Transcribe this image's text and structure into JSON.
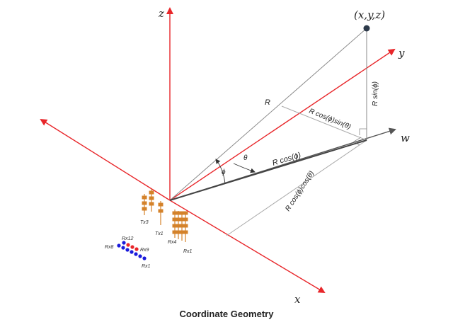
{
  "caption": "Coordinate Geometry",
  "point_label": "(x,y,z)",
  "axes": {
    "z": "z",
    "y": "y",
    "w": "w",
    "x": "x"
  },
  "segments": {
    "R": "R",
    "R_sin_phi": "R sin(ϕ)",
    "R_cos_phi": "R cos(ϕ)",
    "R_cos_phi_sin_theta": "R cos(ϕ)sin(θ)",
    "R_cos_phi_cos_theta": "R cos(ϕ)cos(θ)"
  },
  "angles": {
    "phi": "ϕ",
    "theta": "θ"
  },
  "antennas": {
    "tx3": "Tx3",
    "tx1": "Tx1",
    "rx4": "Rx4",
    "rx1_top": "Rx1"
  },
  "receiver_array": {
    "rx8": "Rx8",
    "rx12": "Rx12",
    "rx9": "Rx9",
    "rx1": "Rx1"
  },
  "colors": {
    "axis": "#e8262a",
    "vector": "#555555",
    "antenna": "#d4822a",
    "rx_blue": "#1a1adb",
    "rx_red": "#e8262a",
    "point": "#2d3a4a"
  }
}
